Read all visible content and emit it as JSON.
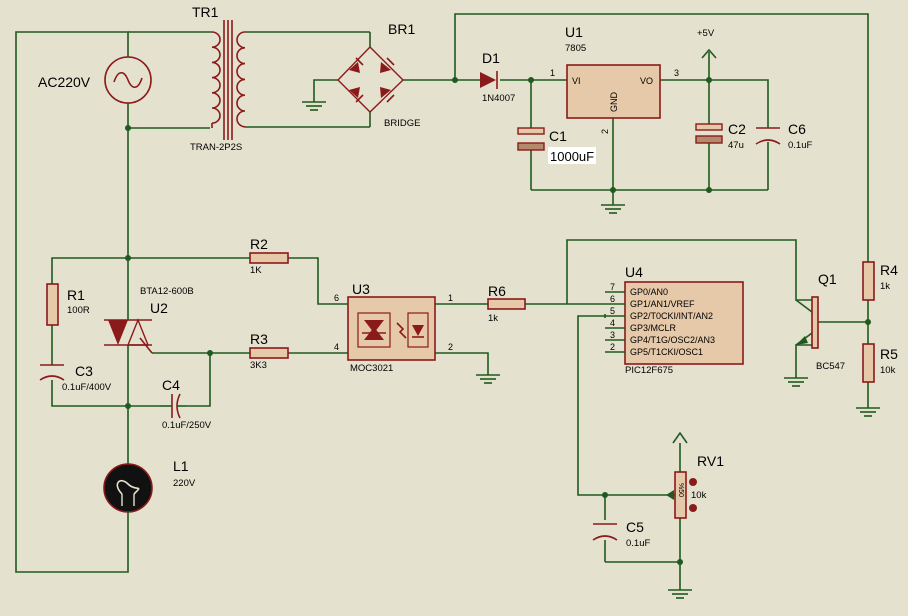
{
  "components": {
    "ac": {
      "ref": "AC220V"
    },
    "tr1": {
      "ref": "TR1",
      "value": "TRAN-2P2S"
    },
    "br1": {
      "ref": "BR1",
      "value": "BRIDGE"
    },
    "d1": {
      "ref": "D1",
      "value": "1N4007"
    },
    "u1": {
      "ref": "U1",
      "value": "7805",
      "pin_vi": "VI",
      "pin_vo": "VO",
      "pin_gnd": "GND",
      "pin1": "1",
      "pin2": "2",
      "pin3": "3"
    },
    "vcc": {
      "label": "+5V"
    },
    "c1": {
      "ref": "C1",
      "value": "1000uF"
    },
    "c2": {
      "ref": "C2",
      "value": "47u"
    },
    "c6": {
      "ref": "C6",
      "value": "0.1uF"
    },
    "r1": {
      "ref": "R1",
      "value": "100R"
    },
    "r2": {
      "ref": "R2",
      "value": "1K"
    },
    "r3": {
      "ref": "R3",
      "value": "3K3"
    },
    "r4": {
      "ref": "R4",
      "value": "1k"
    },
    "r5": {
      "ref": "R5",
      "value": "10k"
    },
    "r6": {
      "ref": "R6",
      "value": "1k"
    },
    "c3": {
      "ref": "C3",
      "value": "0.1uF/400V"
    },
    "c4": {
      "ref": "C4",
      "value": "0.1uF/250V"
    },
    "c5": {
      "ref": "C5",
      "value": "0.1uF"
    },
    "u2": {
      "ref": "U2",
      "value": "BTA12-600B"
    },
    "u3": {
      "ref": "U3",
      "value": "MOC3021",
      "pin6": "6",
      "pin4": "4",
      "pin1": "1",
      "pin2": "2"
    },
    "u4": {
      "ref": "U4",
      "value": "PIC12F675",
      "pins": [
        {
          "num": "7",
          "name": "GP0/AN0"
        },
        {
          "num": "6",
          "name": "GP1/AN1/VREF"
        },
        {
          "num": "5",
          "name": "GP2/T0CKI/INT/AN2"
        },
        {
          "num": "4",
          "name": "GP3/MCLR"
        },
        {
          "num": "3",
          "name": "GP4/T1G/OSC2/AN3"
        },
        {
          "num": "2",
          "name": "GP5/T1CKI/OSC1"
        }
      ]
    },
    "q1": {
      "ref": "Q1",
      "value": "BC547"
    },
    "l1": {
      "ref": "L1",
      "value": "220V"
    },
    "rv1": {
      "ref": "RV1",
      "value": "10k",
      "body_text": "%50"
    }
  }
}
